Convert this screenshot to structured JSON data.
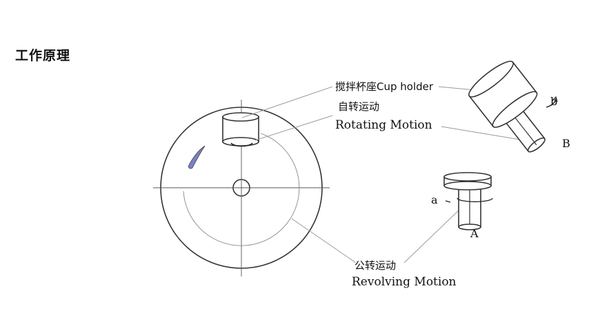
{
  "heading": "工作原理",
  "labels": {
    "cup_holder": "搅拌杯座Cup holder",
    "rotating_cn": "自转运动",
    "rotating_en": "Rotating Motion",
    "revolving_cn": "公转运动",
    "revolving_en": "Revolving Motion",
    "letter_a": "a",
    "letter_A": "A",
    "letter_b": "b",
    "letter_B": "B"
  },
  "colors": {
    "line": "#333333",
    "leader": "#999999",
    "accent": "#7a80c8"
  }
}
